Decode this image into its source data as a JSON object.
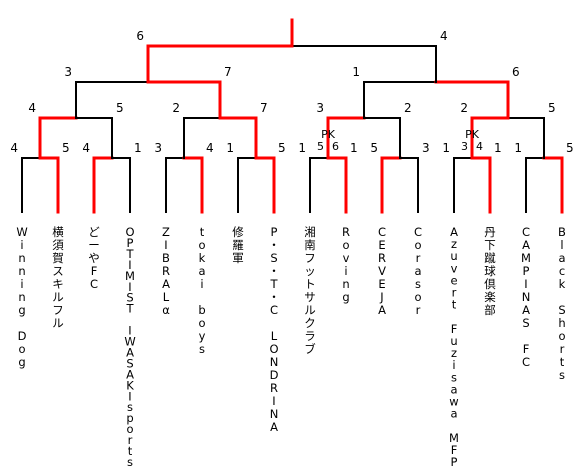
{
  "teams": [
    "Winning Dog",
    "横須賀スキルフル",
    "どーやFC",
    "OPTIMIST IWASAKIsports",
    "ZIBRALα",
    "tokai boys",
    "修羅軍",
    "P・S・T・C LONDRINA",
    "湘南フットサルクラブ",
    "Roving",
    "CERVEJA",
    "Corasor",
    "Azuvert Fuzisawa MFP",
    "丹下蹴球倶楽部",
    "CAMPINAS FC",
    "Black Shorts"
  ],
  "round1": [
    {
      "a": "4",
      "b": "5",
      "winner": "b"
    },
    {
      "a": "4",
      "b": "1",
      "winner": "a"
    },
    {
      "a": "3",
      "b": "4",
      "winner": "b"
    },
    {
      "a": "1",
      "b": "5",
      "winner": "b"
    },
    {
      "a": "1",
      "b": "1",
      "winner": "b",
      "pk_label": "PK",
      "pk_a": "5",
      "pk_b": "6"
    },
    {
      "a": "5",
      "b": "3",
      "winner": "a"
    },
    {
      "a": "1",
      "b": "1",
      "winner": "b",
      "pk_label": "PK",
      "pk_a": "3",
      "pk_b": "4"
    },
    {
      "a": "1",
      "b": "5",
      "winner": "b"
    }
  ],
  "round2": [
    {
      "a": "4",
      "b": "5",
      "winner": "a"
    },
    {
      "a": "2",
      "b": "7",
      "winner": "b"
    },
    {
      "a": "3",
      "b": "2",
      "winner": "a"
    },
    {
      "a": "2",
      "b": "5",
      "winner": "a"
    }
  ],
  "round3": [
    {
      "a": "3",
      "b": "7",
      "winner": "b"
    },
    {
      "a": "1",
      "b": "6",
      "winner": "b"
    }
  ],
  "final": {
    "a": "6",
    "b": "4",
    "winner": "a"
  },
  "colors": {
    "win": "#ff0000",
    "line": "#000000"
  }
}
